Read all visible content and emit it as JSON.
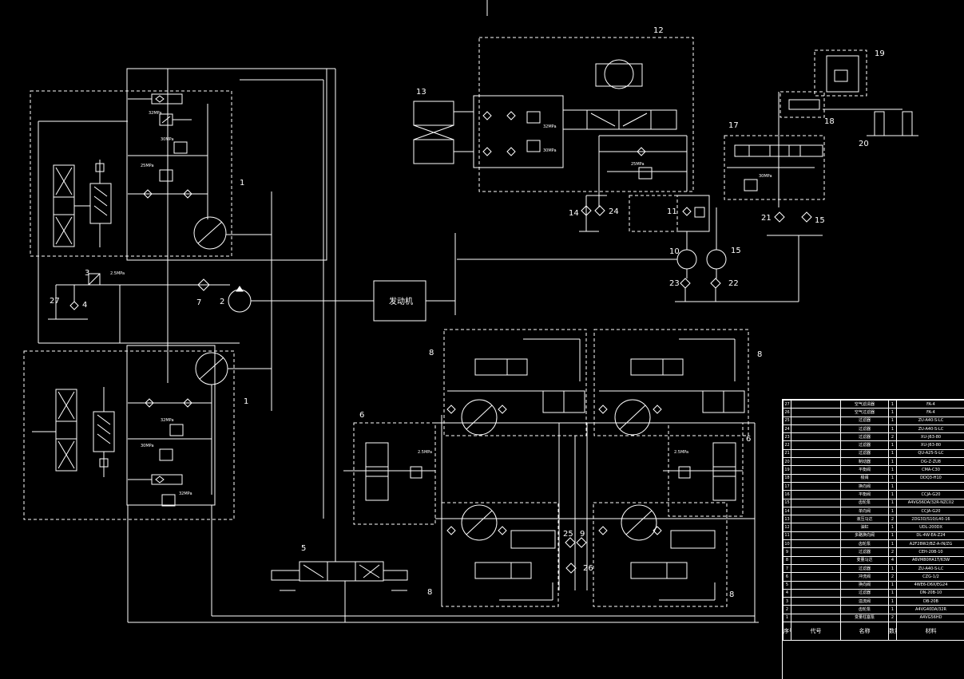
{
  "engine_label": "发动机",
  "pressures": {
    "p_32": "32MPa",
    "p_30": "30MPa",
    "p_25": "25MPa",
    "p_2_5": "2.5MPa"
  },
  "component_numbers": [
    "1",
    "1",
    "2",
    "3",
    "4",
    "5",
    "6",
    "6",
    "7",
    "8",
    "8",
    "8",
    "8",
    "9",
    "10",
    "11",
    "12",
    "13",
    "14",
    "15",
    "15",
    "17",
    "18",
    "19",
    "20",
    "21",
    "22",
    "23",
    "24",
    "25",
    "26",
    "27"
  ],
  "bom": {
    "headers": {
      "no": "序号",
      "code": "代号",
      "name": "名称",
      "qty": "数量",
      "material": "材料"
    },
    "rows": [
      {
        "no": "27",
        "name": "空气滤清器",
        "qty": "1",
        "spec": "FA-4"
      },
      {
        "no": "26",
        "name": "空气过滤器",
        "qty": "1",
        "spec": "FA-4"
      },
      {
        "no": "25",
        "name": "过滤器",
        "qty": "1",
        "spec": "ZU-A40-S-LC"
      },
      {
        "no": "24",
        "name": "过滤器",
        "qty": "1",
        "spec": "ZU-A40-S-LC"
      },
      {
        "no": "23",
        "name": "过滤器",
        "qty": "2",
        "spec": "XU-J63-80"
      },
      {
        "no": "22",
        "name": "过滤器",
        "qty": "1",
        "spec": "XU-J63-80"
      },
      {
        "no": "21",
        "name": "过滤器",
        "qty": "1",
        "spec": "QU-A25-S-LC"
      },
      {
        "no": "20",
        "name": "制动器",
        "qty": "1",
        "spec": "DG-Z-ZU8"
      },
      {
        "no": "19",
        "name": "平衡阀",
        "qty": "1",
        "spec": "CMA-C30"
      },
      {
        "no": "18",
        "name": "梭阀",
        "qty": "1",
        "spec": "DDQ3-H10"
      },
      {
        "no": "17",
        "name": "换向阀",
        "qty": "1",
        "spec": ""
      },
      {
        "no": "16",
        "name": "平衡阀",
        "qty": "1",
        "spec": "CCJA-G20"
      },
      {
        "no": "15",
        "name": "齿轮泵",
        "qty": "1",
        "spec": "A4VG56DA/32R-NZC02"
      },
      {
        "no": "14",
        "name": "单向阀",
        "qty": "1",
        "spec": "CCJA-G20"
      },
      {
        "no": "13",
        "name": "液压马达",
        "qty": "2",
        "spec": "2DG3D/S10/L40-16"
      },
      {
        "no": "12",
        "name": "油缸",
        "qty": "1",
        "spec": "UDL-200DX"
      },
      {
        "no": "11",
        "name": "多路换向阀",
        "qty": "1",
        "spec": "DL-4W-EA-Z24"
      },
      {
        "no": "10",
        "name": "齿轮泵",
        "qty": "1",
        "spec": "A2F28W2/BZ-A-IN/ZG"
      },
      {
        "no": "9",
        "name": "过滤器",
        "qty": "2",
        "spec": "CEH-20B-10"
      },
      {
        "no": "8",
        "name": "变量马达",
        "qty": "4",
        "spec": "A6VM80HA1T/63W"
      },
      {
        "no": "7",
        "name": "过滤器",
        "qty": "1",
        "spec": "ZU-A40-S-LC"
      },
      {
        "no": "6",
        "name": "冲洗阀",
        "qty": "2",
        "spec": "CZG-1/2"
      },
      {
        "no": "5",
        "name": "换向阀",
        "qty": "1",
        "spec": "4WE6-D6X/EG24"
      },
      {
        "no": "4",
        "name": "过滤器",
        "qty": "1",
        "spec": "DN-20B-10"
      },
      {
        "no": "3",
        "name": "溢流阀",
        "qty": "1",
        "spec": "DB-20B"
      },
      {
        "no": "2",
        "name": "齿轮泵",
        "qty": "1",
        "spec": "A4VG40DA/32R"
      },
      {
        "no": "1",
        "name": "变量柱塞泵",
        "qty": "2",
        "spec": "A4VG56HD"
      }
    ]
  }
}
